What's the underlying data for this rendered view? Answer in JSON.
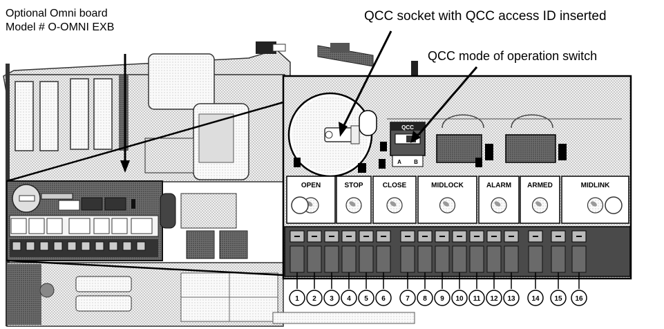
{
  "callouts": {
    "omni_line1": "Optional Omni board",
    "omni_line2": "Model # O-OMNI EXB",
    "socket": "QCC socket with QCC access ID inserted",
    "switch": "QCC mode of operation switch"
  },
  "switch_labels": {
    "title": "QCC",
    "left": "A",
    "right": "B"
  },
  "buttons": [
    {
      "label": "OPEN"
    },
    {
      "label": "STOP"
    },
    {
      "label": "CLOSE"
    },
    {
      "label": "MIDLOCK"
    },
    {
      "label": "ALARM"
    },
    {
      "label": "ARMED"
    },
    {
      "label": "MIDLINK"
    }
  ],
  "terminals": [
    "1",
    "2",
    "3",
    "4",
    "5",
    "6",
    "7",
    "8",
    "9",
    "10",
    "11",
    "12",
    "13",
    "14",
    "15",
    "16"
  ]
}
